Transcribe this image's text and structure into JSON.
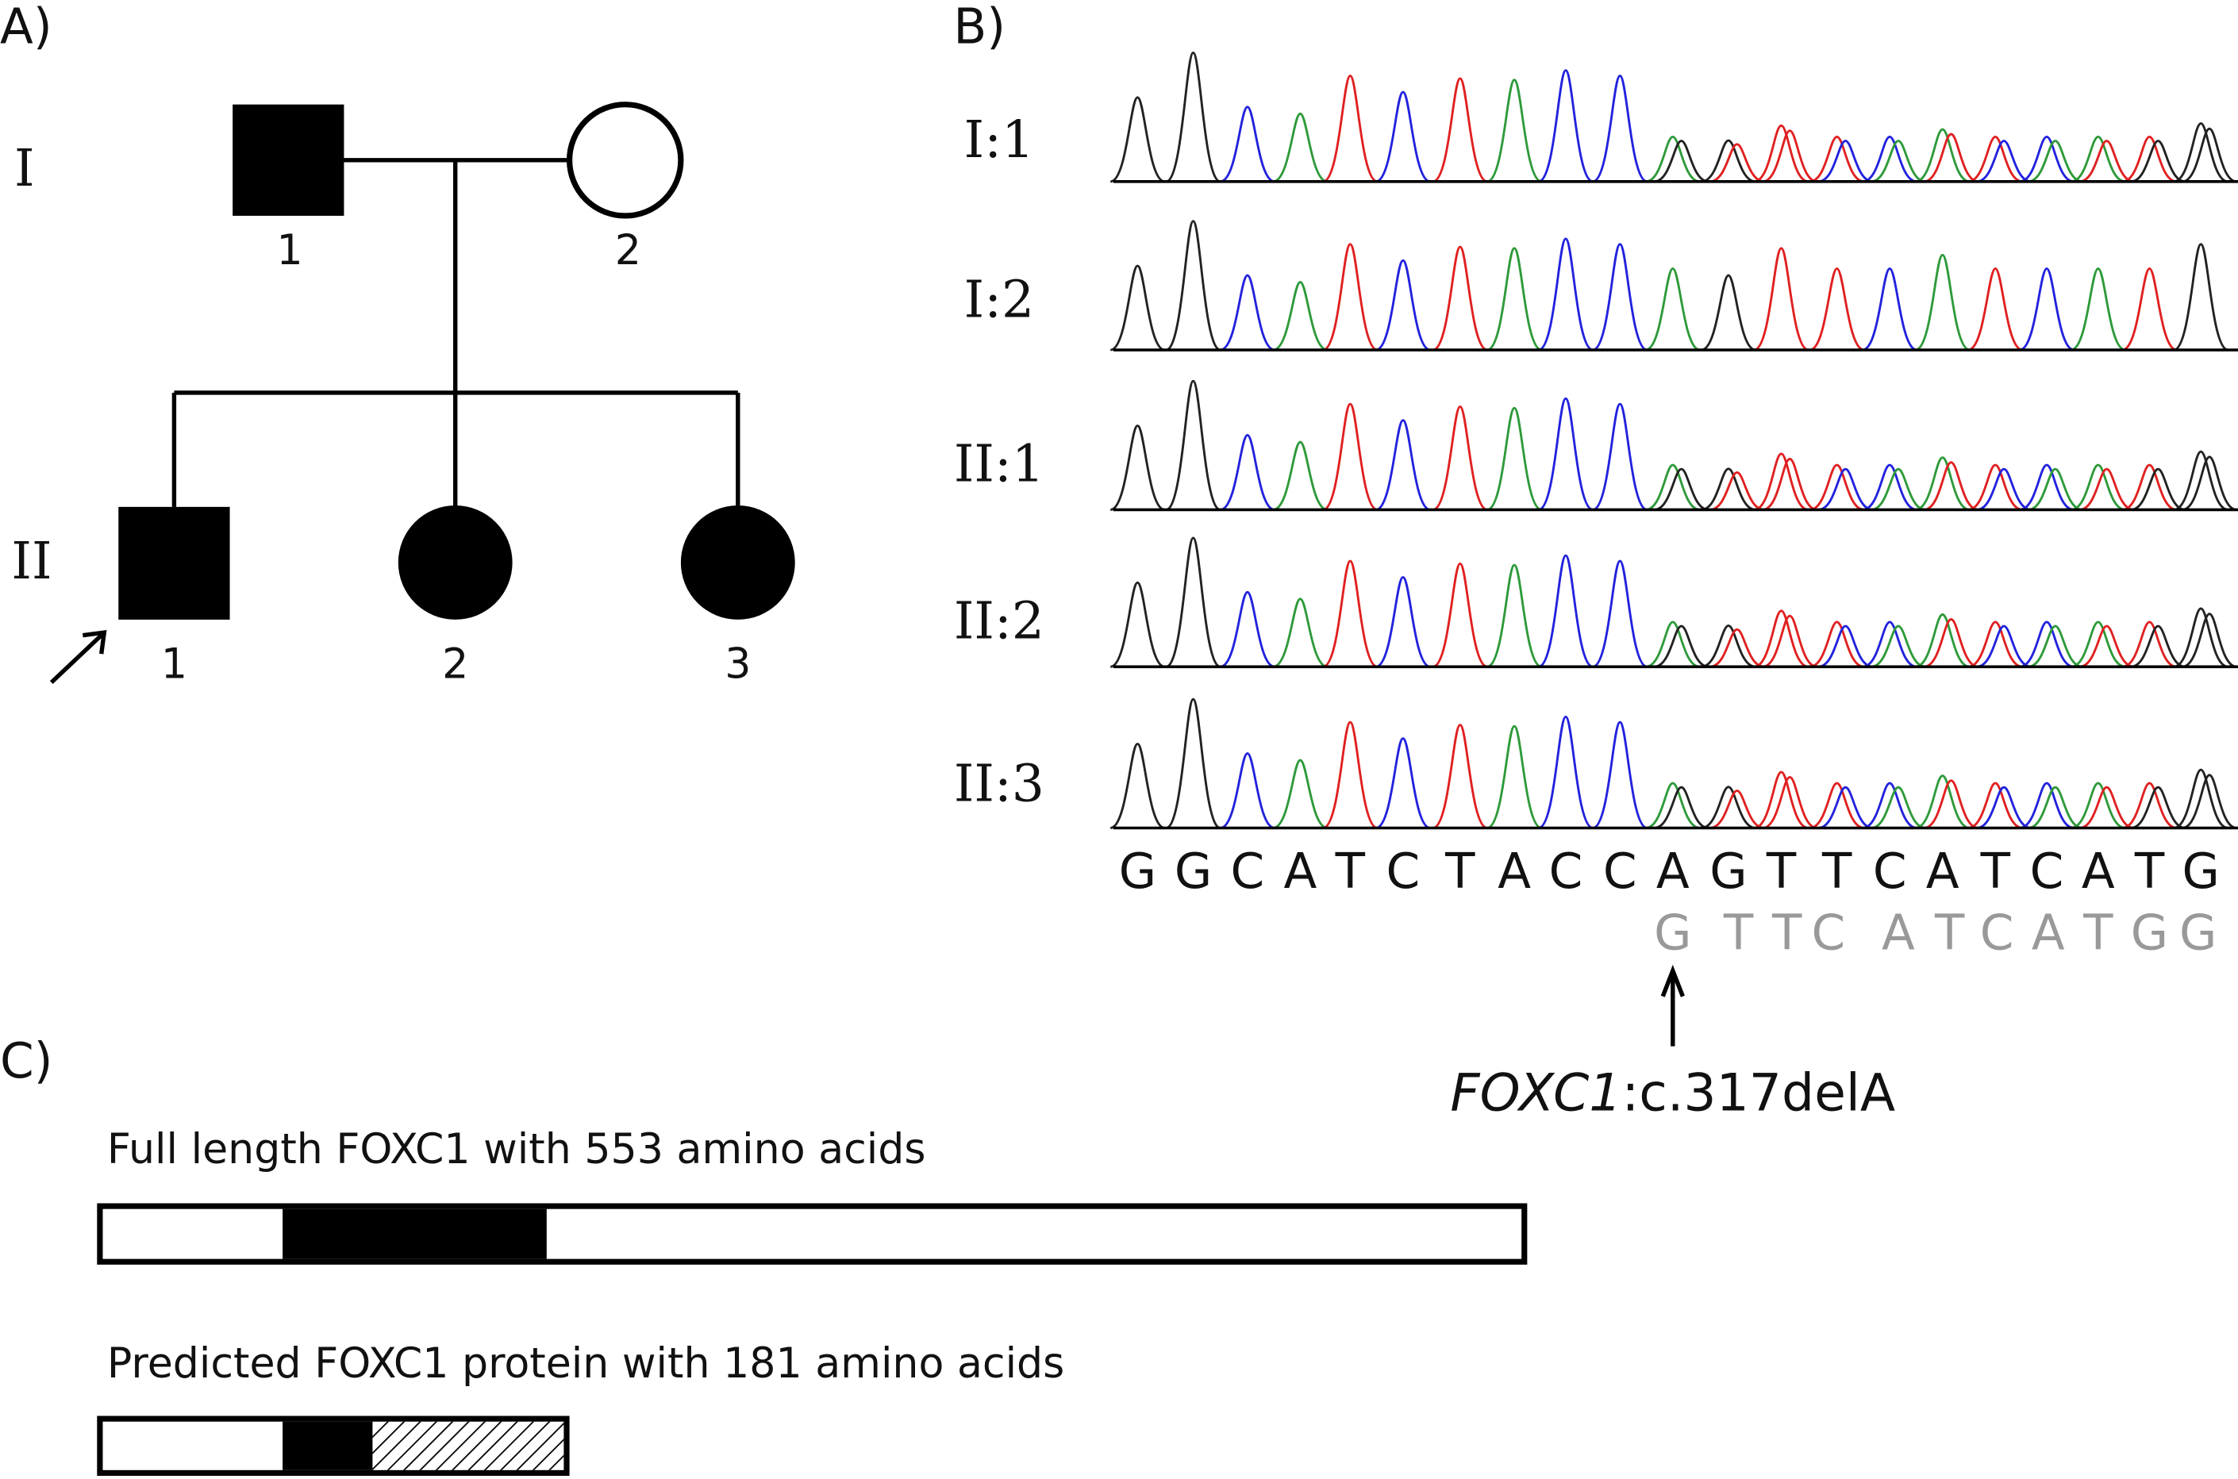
{
  "panels": {
    "a": "A)",
    "b": "B)",
    "c": "C)"
  },
  "pedigree": {
    "generations": [
      "I",
      "II"
    ],
    "gen1_labels": [
      "1",
      "2"
    ],
    "gen2_labels": [
      "1",
      "2",
      "3"
    ]
  },
  "chromatogram": {
    "rows": [
      "I:1",
      "I:2",
      "II:1",
      "II:2",
      "II:3"
    ],
    "affected": [
      true,
      false,
      true,
      true,
      true
    ],
    "reference_sequence": [
      "G",
      "G",
      "C",
      "A",
      "T",
      "C",
      "T",
      "A",
      "C",
      "C",
      "A",
      "G",
      "T",
      "T",
      "C",
      "A",
      "T",
      "C",
      "A",
      "T",
      "G"
    ],
    "shifted_sequence": [
      "G",
      "T",
      "T",
      "C",
      "A",
      "T",
      "C",
      "A",
      "T",
      "G",
      "G"
    ],
    "base_colors": {
      "A": "#2e9a3a",
      "C": "#2222dd",
      "G": "#222222",
      "T": "#e02020"
    },
    "mutation_label_gene": "FOXC1",
    "mutation_label_variant": ":c.317delA"
  },
  "protein": {
    "full_label": "Full length FOXC1 with 553 amino acids",
    "predicted_label": "Predicted FOXC1 protein with 181 amino acids",
    "full_length_aa": 553,
    "predicted_length_aa": 181
  }
}
